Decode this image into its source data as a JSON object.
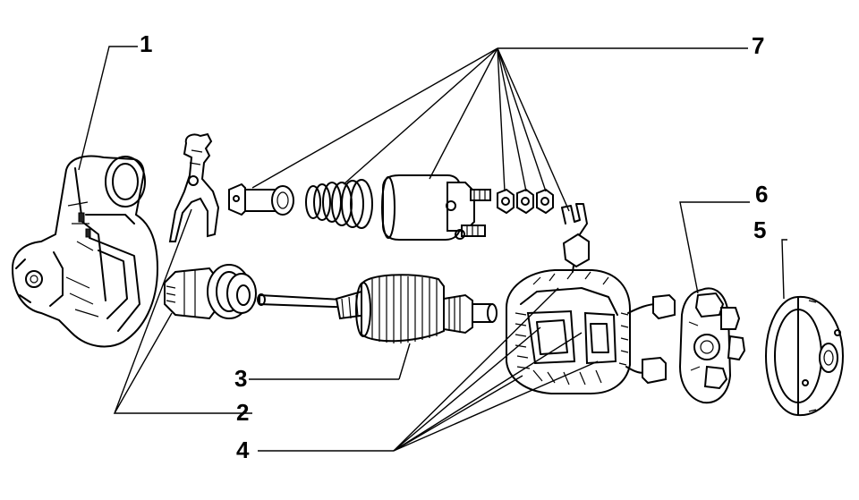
{
  "callouts": [
    {
      "id": "c1",
      "label": "1"
    },
    {
      "id": "c2",
      "label": "2"
    },
    {
      "id": "c3",
      "label": "3"
    },
    {
      "id": "c4",
      "label": "4"
    },
    {
      "id": "c5",
      "label": "5"
    },
    {
      "id": "c6",
      "label": "6"
    },
    {
      "id": "c7",
      "label": "7"
    }
  ],
  "colors": {
    "ink": "#000000",
    "background": "#ffffff"
  }
}
